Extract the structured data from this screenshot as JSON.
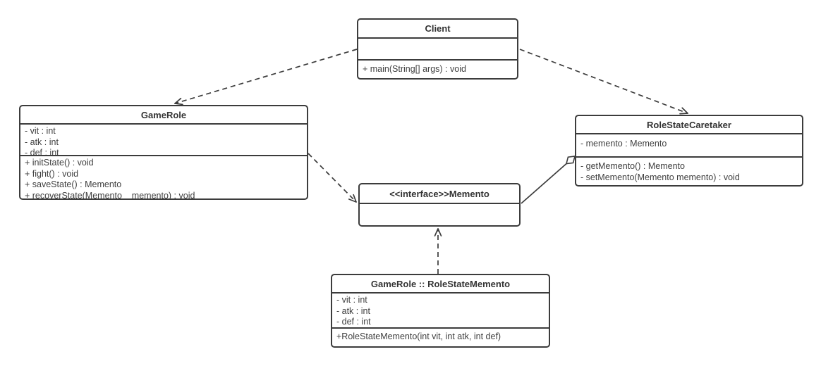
{
  "colors": {
    "stroke": "#3c3c3c",
    "text": "#3f3f3f",
    "background": "#ffffff"
  },
  "classes": {
    "client": {
      "name": "Client",
      "fields": [],
      "methods": [
        "+ main(String[] args) : void"
      ]
    },
    "game_role": {
      "name": "GameRole",
      "fields": [
        "- vit : int",
        "- atk : int",
        "- def : int"
      ],
      "methods": [
        "+ initState() : void",
        "+ fight() : void",
        "+ saveState() : Memento",
        "+ recoverState(Memento    memento) : void"
      ]
    },
    "role_state_caretaker": {
      "name": "RoleStateCaretaker",
      "fields": [
        "- memento : Memento"
      ],
      "methods": [
        "- getMemento() : Memento",
        "- setMemento(Memento memento) : void"
      ]
    },
    "memento_interface": {
      "name": "<<interface>>Memento",
      "fields": [],
      "methods": []
    },
    "role_state_memento": {
      "name": "GameRole :: RoleStateMemento",
      "fields": [
        "- vit : int",
        "- atk : int",
        "- def : int"
      ],
      "methods": [
        "+RoleStateMemento(int vit, int atk, int def)"
      ]
    }
  },
  "relationships": [
    {
      "from": "Client",
      "to": "GameRole",
      "type": "dependency",
      "line": "dashed",
      "marker": "open-arrow",
      "points": [
        [
          506,
          70
        ],
        [
          248,
          147
        ]
      ]
    },
    {
      "from": "Client",
      "to": "RoleStateCaretaker",
      "type": "dependency",
      "line": "dashed",
      "marker": "open-arrow",
      "points": [
        [
          737,
          70
        ],
        [
          975,
          161
        ]
      ]
    },
    {
      "from": "GameRole",
      "to": "Memento",
      "type": "dependency",
      "line": "dashed",
      "marker": "open-arrow",
      "points": [
        [
          437,
          218
        ],
        [
          505,
          287
        ]
      ]
    },
    {
      "from": "RoleStateCaretaker",
      "to": "Memento",
      "type": "aggregation",
      "line": "solid",
      "marker": "hollow-diamond",
      "points": [
        [
          739,
          289
        ],
        [
          815,
          222
        ]
      ]
    },
    {
      "from": "GameRole :: RoleStateMemento",
      "to": "Memento",
      "type": "realization",
      "line": "dashed",
      "marker": "open-arrow",
      "points": [
        [
          621,
          389
        ],
        [
          621,
          325
        ]
      ]
    }
  ]
}
